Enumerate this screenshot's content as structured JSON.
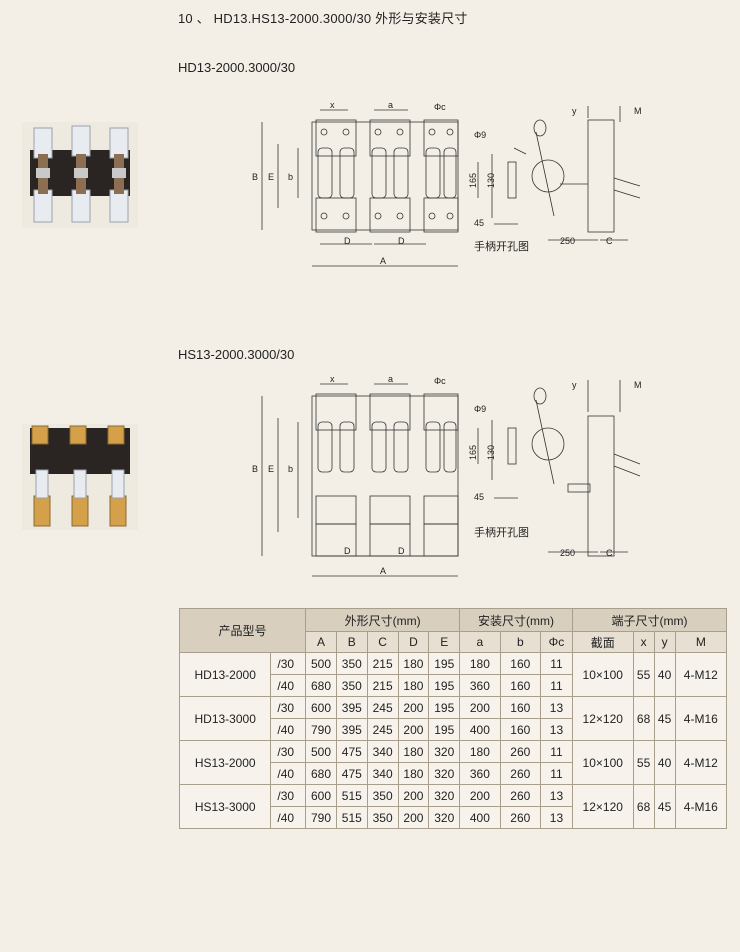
{
  "page": {
    "heading": "10 、 HD13.HS13-2000.3000/30 外形与安装尺寸"
  },
  "sections": [
    {
      "title": "HD13-2000.3000/30",
      "labels": {
        "x": "x",
        "a": "a",
        "phi_c": "Φc",
        "phi_9": "Φ9",
        "y": "y",
        "M": "M",
        "B": "B",
        "E": "E",
        "b": "b",
        "v165": "165",
        "v130": "130",
        "v45": "45",
        "D1": "D",
        "D2": "D",
        "A": "A",
        "v250": "250",
        "C": "C",
        "handle_hole": "手柄开孔图"
      }
    },
    {
      "title": "HS13-2000.3000/30",
      "labels": {
        "x": "x",
        "a": "a",
        "phi_c": "Φc",
        "phi_9": "Φ9",
        "y": "y",
        "M": "M",
        "B": "B",
        "E": "E",
        "b": "b",
        "v165": "165",
        "v130": "130",
        "v45": "45",
        "D1": "D",
        "D2": "D",
        "A": "A",
        "v250": "250",
        "C": "C",
        "handle_hole": "手柄开孔图"
      }
    }
  ],
  "table": {
    "group_headers": {
      "model": "产品型号",
      "outline": "外形尺寸(mm)",
      "mount": "安装尺寸(mm)",
      "terminal": "端子尺寸(mm)"
    },
    "columns": [
      "A",
      "B",
      "C",
      "D",
      "E",
      "a",
      "b",
      "Φc",
      "截面",
      "x",
      "y",
      "M"
    ],
    "groups": [
      {
        "model": "HD13-2000",
        "section": "10×100",
        "x": "55",
        "y": "40",
        "M": "4-M12",
        "rows": [
          {
            "sub": "/30",
            "A": "500",
            "B": "350",
            "C": "215",
            "D": "180",
            "E": "195",
            "a": "180",
            "b": "160",
            "c": "11"
          },
          {
            "sub": "/40",
            "A": "680",
            "B": "350",
            "C": "215",
            "D": "180",
            "E": "195",
            "a": "360",
            "b": "160",
            "c": "11"
          }
        ]
      },
      {
        "model": "HD13-3000",
        "section": "12×120",
        "x": "68",
        "y": "45",
        "M": "4-M16",
        "rows": [
          {
            "sub": "/30",
            "A": "600",
            "B": "395",
            "C": "245",
            "D": "200",
            "E": "195",
            "a": "200",
            "b": "160",
            "c": "13"
          },
          {
            "sub": "/40",
            "A": "790",
            "B": "395",
            "C": "245",
            "D": "200",
            "E": "195",
            "a": "400",
            "b": "160",
            "c": "13"
          }
        ]
      },
      {
        "model": "HS13-2000",
        "section": "10×100",
        "x": "55",
        "y": "40",
        "M": "4-M12",
        "rows": [
          {
            "sub": "/30",
            "A": "500",
            "B": "475",
            "C": "340",
            "D": "180",
            "E": "320",
            "a": "180",
            "b": "260",
            "c": "11"
          },
          {
            "sub": "/40",
            "A": "680",
            "B": "475",
            "C": "340",
            "D": "180",
            "E": "320",
            "a": "360",
            "b": "260",
            "c": "11"
          }
        ]
      },
      {
        "model": "HS13-3000",
        "section": "12×120",
        "x": "68",
        "y": "45",
        "M": "4-M16",
        "rows": [
          {
            "sub": "/30",
            "A": "600",
            "B": "515",
            "C": "350",
            "D": "200",
            "E": "320",
            "a": "200",
            "b": "260",
            "c": "13"
          },
          {
            "sub": "/40",
            "A": "790",
            "B": "515",
            "C": "350",
            "D": "200",
            "E": "320",
            "a": "400",
            "b": "260",
            "c": "13"
          }
        ]
      }
    ]
  }
}
